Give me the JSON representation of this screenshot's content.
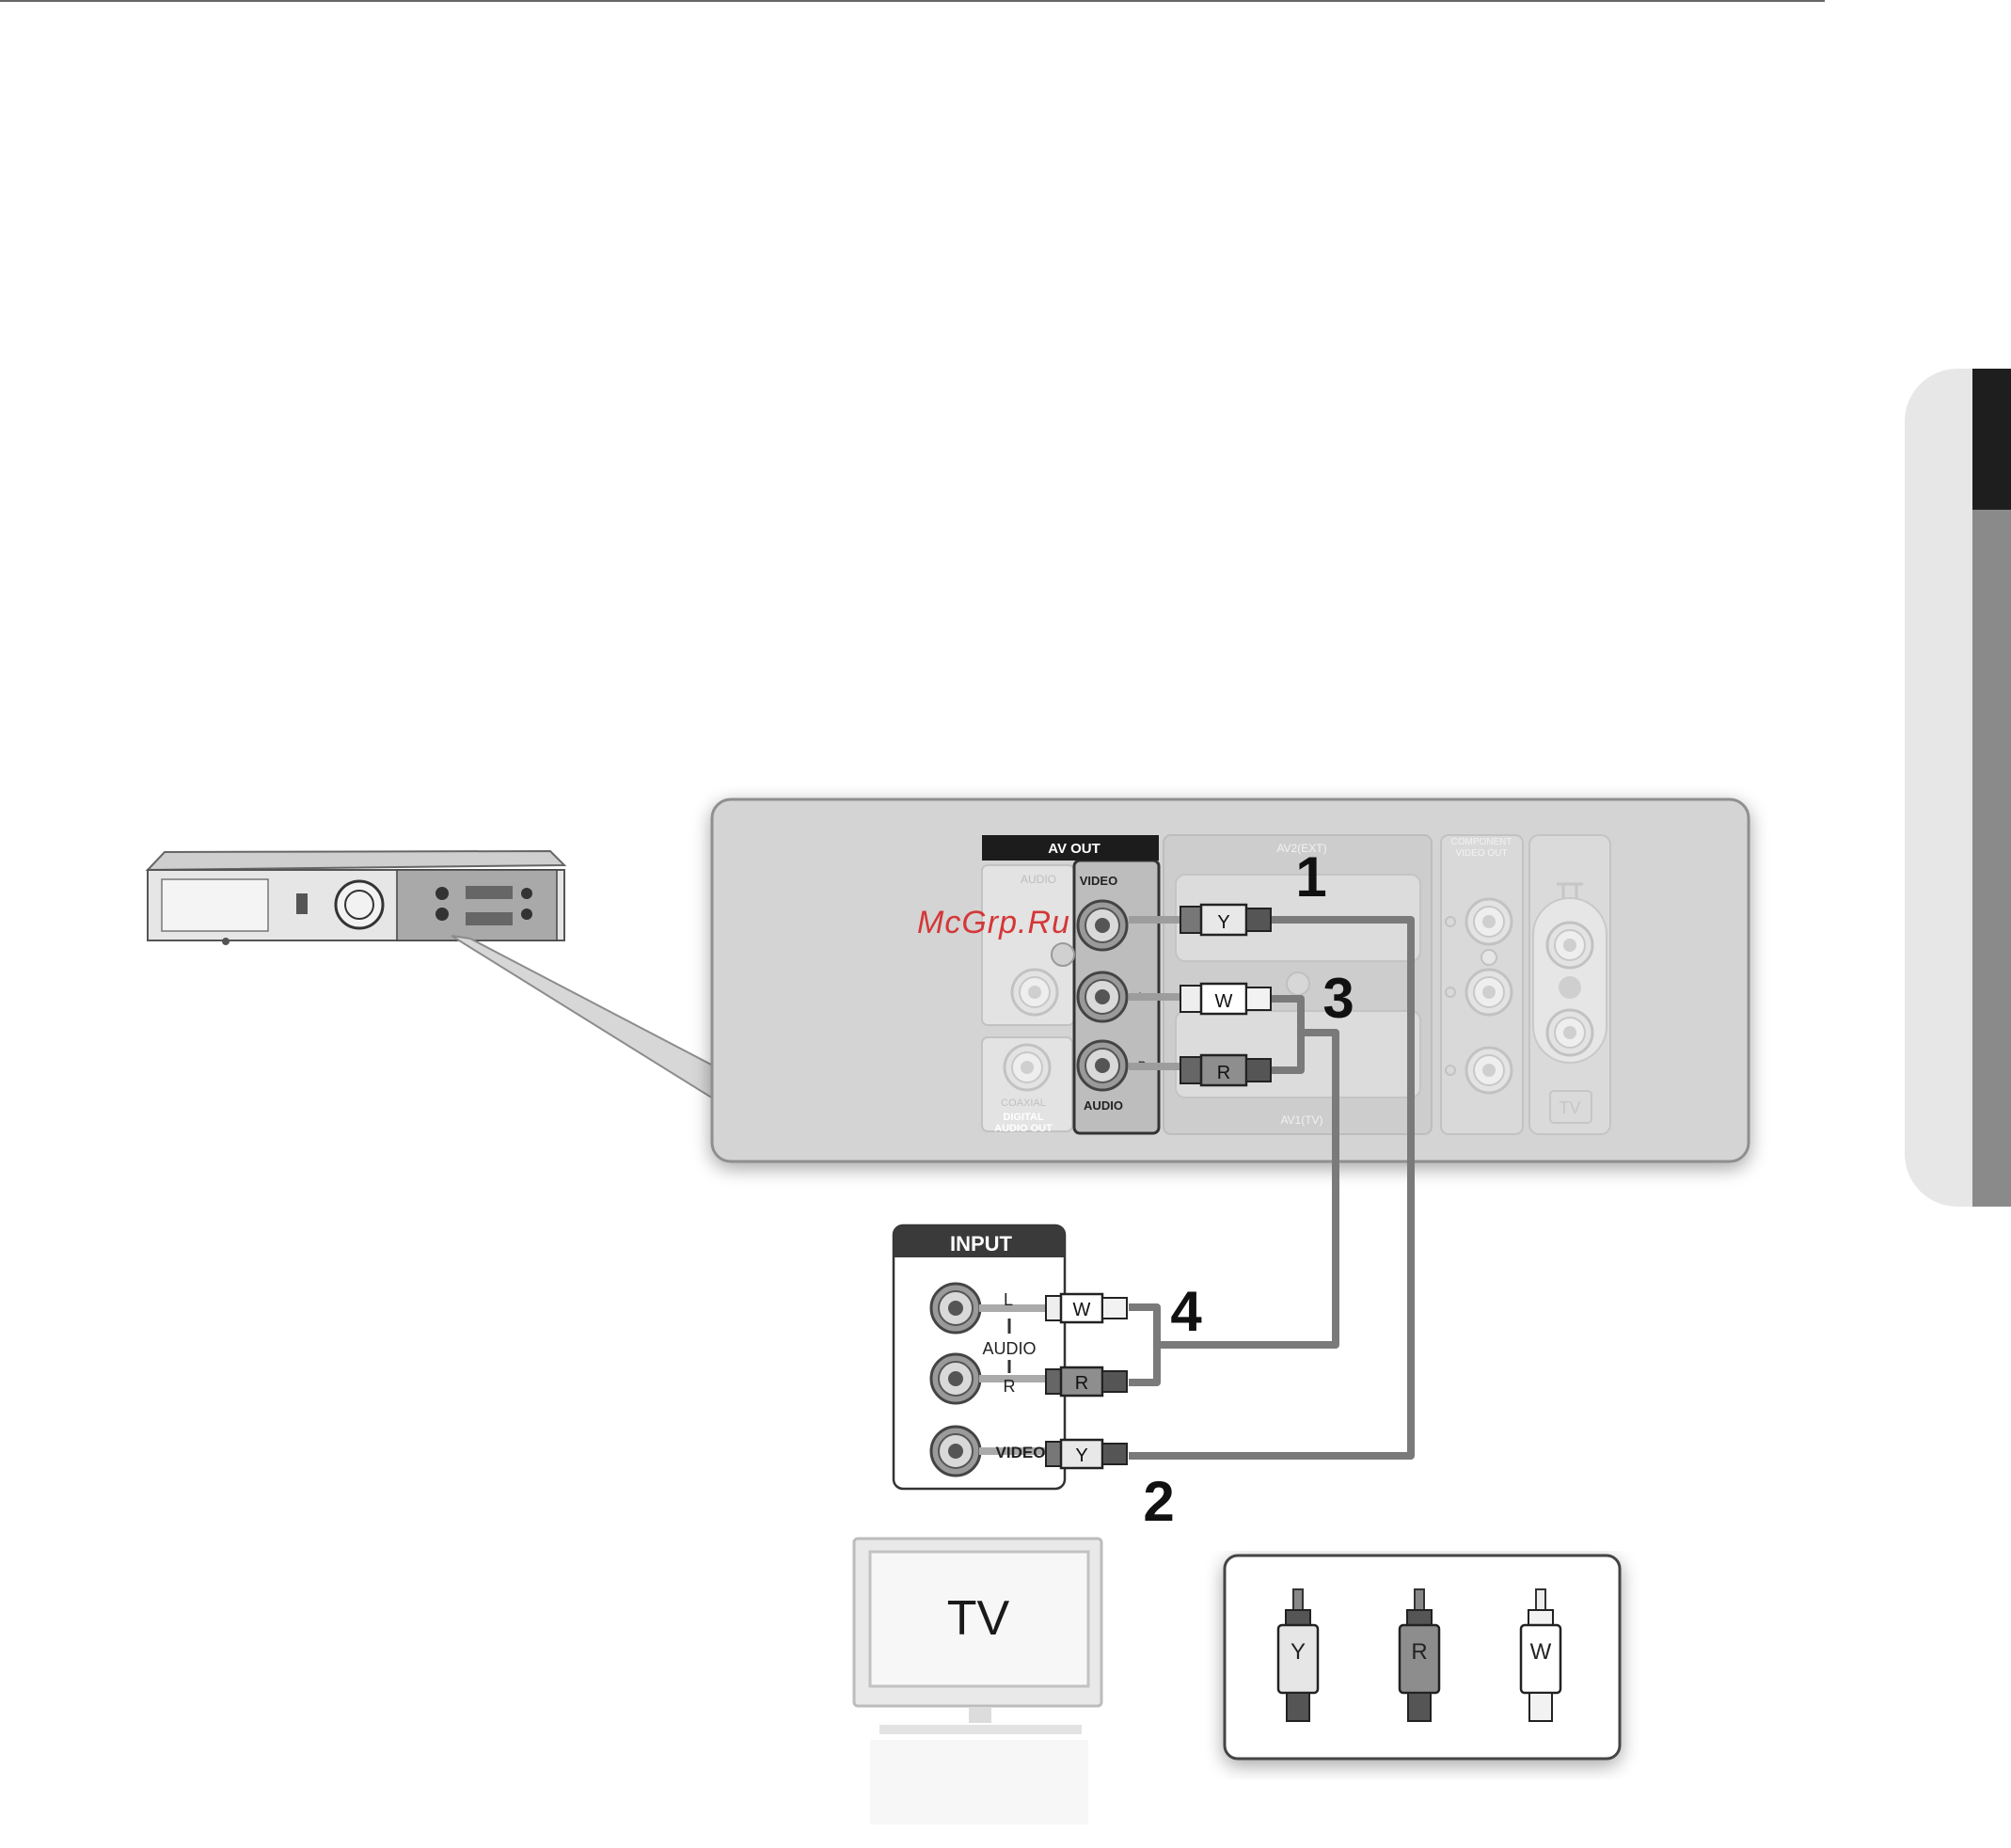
{
  "colors": {
    "panel": "#d4d4d4",
    "panel_stroke": "#8f8f8f",
    "cable": "#7a7a7a",
    "dark_label": "#1c1c1c",
    "watermark": "#d43737"
  },
  "watermark": "McGrp.Ru",
  "panel": {
    "av_out": "AV OUT",
    "audio_faded": "AUDIO",
    "video": "VIDEO",
    "audio": "AUDIO",
    "av2": "AV2(EXT)",
    "av1": "AV1(TV)",
    "component_line1": "COMPONENT",
    "component_line2": "VIDEO OUT",
    "coaxial": "COAXIAL",
    "digital_line1": "DIGITAL",
    "digital_line2": "AUDIO OUT",
    "tv_connector": "TV",
    "jack_l": "L",
    "jack_r": "R"
  },
  "input": {
    "title": "INPUT",
    "l": "L",
    "audio": "AUDIO",
    "r": "R",
    "video": "VIDEO"
  },
  "plugs": {
    "y": "Y",
    "w": "W",
    "r": "R"
  },
  "steps": {
    "s1": "1",
    "s2": "2",
    "s3": "3",
    "s4": "4"
  },
  "tv_label": "TV",
  "legend": {
    "y": "Y",
    "r": "R",
    "w": "W"
  }
}
